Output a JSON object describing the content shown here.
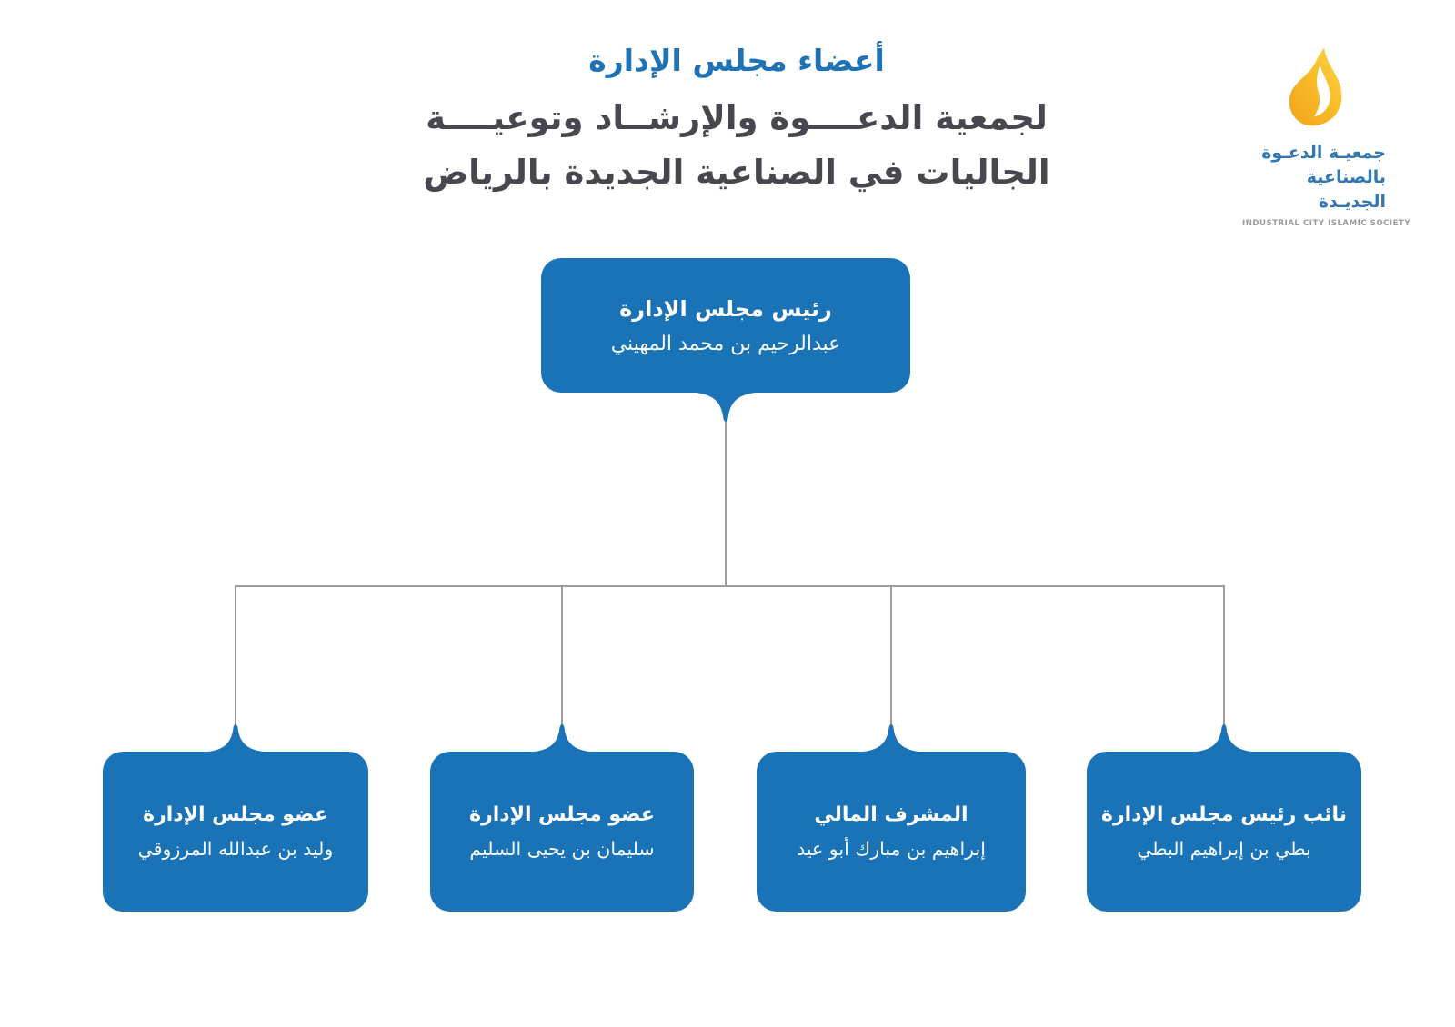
{
  "title": {
    "line1": "أعضاء مجلس الإدارة",
    "line2": "لجمعية الدعــــوة والإرشــاد وتوعيــــة",
    "line3": "الجاليات في الصناعية الجديدة بالرياض"
  },
  "logo": {
    "arabic_line1": "جمعيـة الدعـوة",
    "arabic_line2": "بالصناعية الجديـدة",
    "english": "INDUSTRIAL CITY ISLAMIC SOCIETY",
    "flame_icon": "flame-icon"
  },
  "chart": {
    "root": {
      "title": "رئيس مجلس الإدارة",
      "name": "عبدالرحيم بن محمد المهيني"
    },
    "members": [
      {
        "title": "عضو مجلس الإدارة",
        "name": "وليد بن عبدالله المرزوقي"
      },
      {
        "title": "عضو مجلس الإدارة",
        "name": "سليمان بن يحيى السليم"
      },
      {
        "title": "المشرف المالي",
        "name": "إبراهيم بن مبارك أبو عيد"
      },
      {
        "title": "نائب رئيس مجلس الإدارة",
        "name": "بطي بن إبراهيم البطي"
      }
    ]
  },
  "colors": {
    "box_blue": "#1a73b7",
    "title_blue": "#1f72b5",
    "subtitle_gray": "#47474f",
    "connector_gray": "#9d9d9d",
    "logo_text_blue": "#3077b4",
    "logo_english_gray": "#9b9b9b",
    "flame_gold_light": "#fdd44e",
    "flame_gold_dark": "#f0a21d",
    "background": "#ffffff"
  }
}
